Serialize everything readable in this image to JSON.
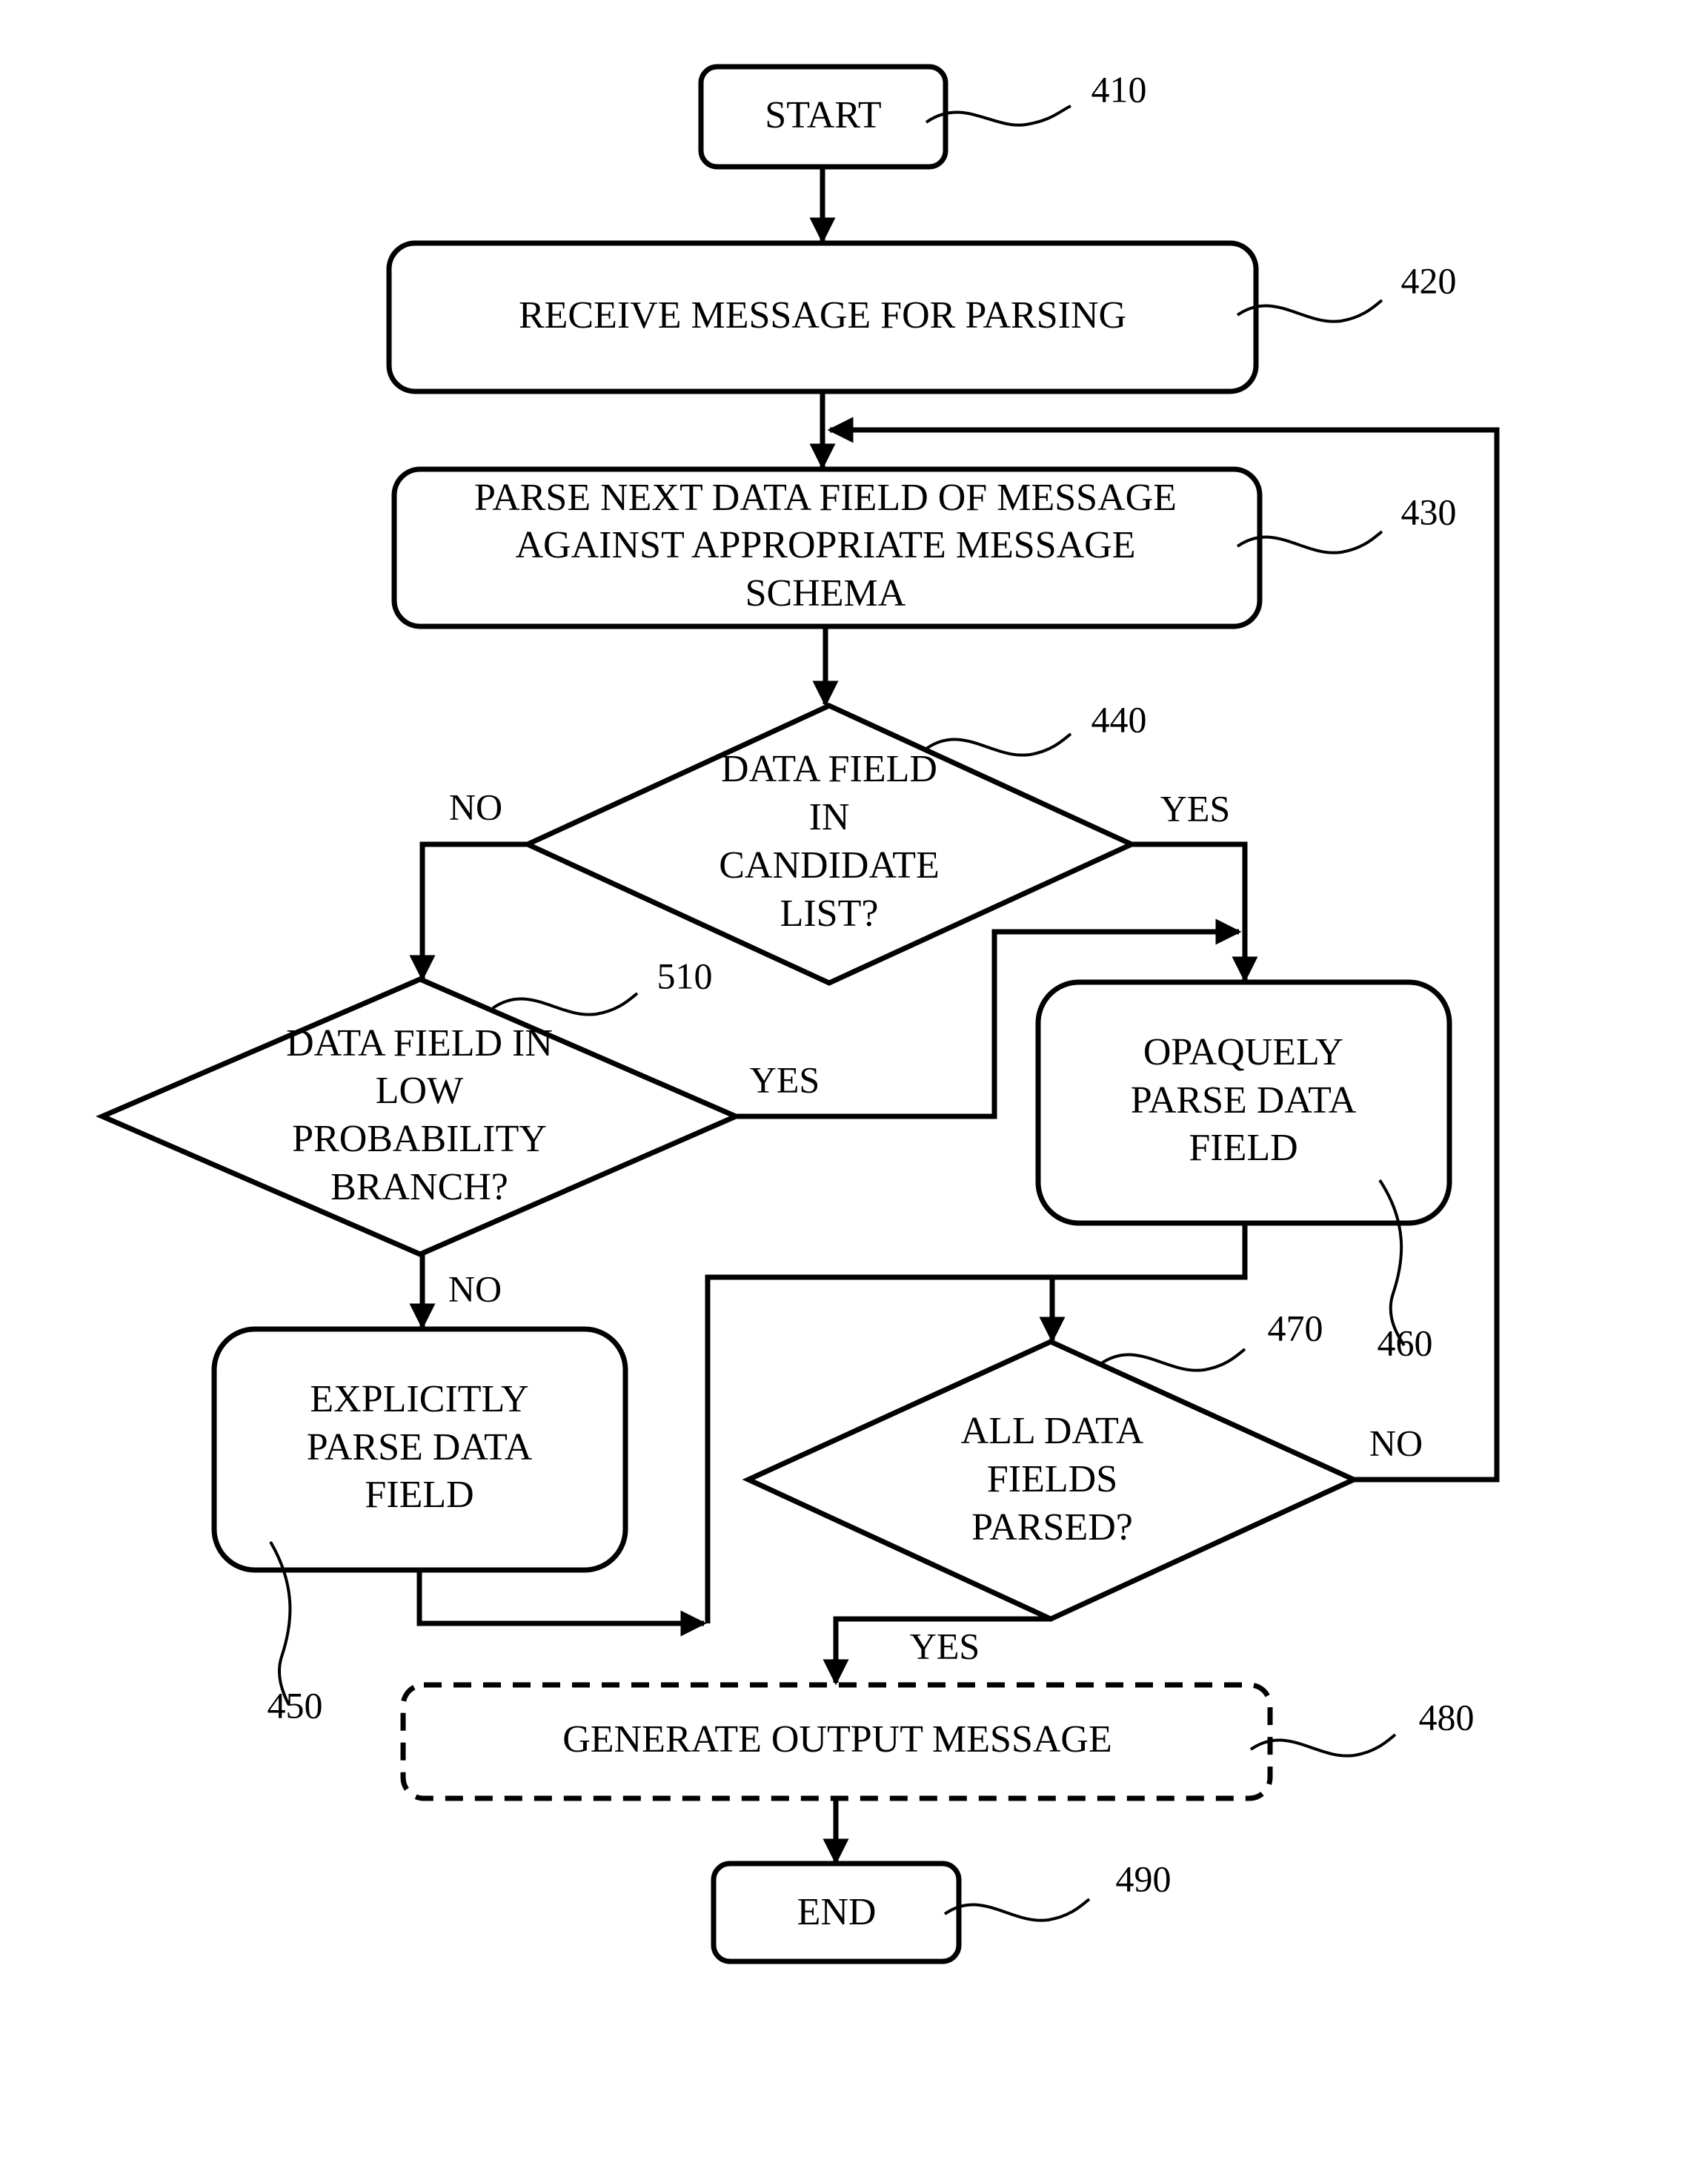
{
  "nodes": {
    "start": {
      "lines": [
        "START"
      ],
      "ref": "410"
    },
    "receive": {
      "lines": [
        "RECEIVE MESSAGE FOR PARSING"
      ],
      "ref": "420"
    },
    "parse_next": {
      "lines": [
        "PARSE NEXT DATA FIELD OF MESSAGE",
        "AGAINST APPROPRIATE MESSAGE",
        "SCHEMA"
      ],
      "ref": "430"
    },
    "candidate": {
      "lines": [
        "DATA FIELD",
        "IN",
        "CANDIDATE",
        "LIST?"
      ],
      "ref": "440"
    },
    "low_prob": {
      "lines": [
        "DATA FIELD IN",
        "LOW",
        "PROBABILITY",
        "BRANCH?"
      ],
      "ref": "510"
    },
    "opaque": {
      "lines": [
        "OPAQUELY",
        "PARSE DATA",
        "FIELD"
      ],
      "ref": "460"
    },
    "explicit": {
      "lines": [
        "EXPLICITLY",
        "PARSE DATA",
        "FIELD"
      ],
      "ref": "450"
    },
    "all_parsed": {
      "lines": [
        "ALL DATA",
        "FIELDS",
        "PARSED?"
      ],
      "ref": "470"
    },
    "output": {
      "lines": [
        "GENERATE OUTPUT MESSAGE"
      ],
      "ref": "480"
    },
    "end": {
      "lines": [
        "END"
      ],
      "ref": "490"
    }
  },
  "edge_labels": {
    "candidate_no": "NO",
    "candidate_yes": "YES",
    "low_prob_yes": "YES",
    "low_prob_no": "NO",
    "all_parsed_no": "NO",
    "all_parsed_yes": "YES"
  }
}
